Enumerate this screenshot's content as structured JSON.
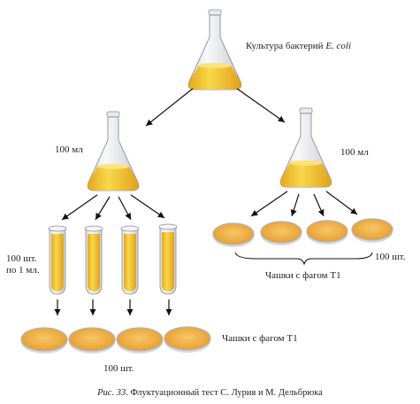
{
  "labels": {
    "culture_prefix": "Культура бактерий ",
    "culture_species": "E. coli",
    "left_volume": "100 мл",
    "right_volume": "100 мл",
    "tube_count_line1": "100 шт.",
    "tube_count_line2": "по 1 мл.",
    "dishes_left": "Чашки с фагом Т1",
    "dishes_left_count": "100 шт.",
    "dishes_right": "Чашки с фагом Т1",
    "dishes_right_count": "100 шт."
  },
  "caption": {
    "fig": "Рис. 33",
    "text": ". Флуктуационный тест С. Лурия и М. Дельбрюка"
  },
  "colors": {
    "culture": "#f3c22e",
    "culture_light": "#fbe27a",
    "glass": "#eef0f2",
    "glass_edge": "#8c9096",
    "dish_fill": "#f2b64a",
    "dish_rim": "#b0b3b8",
    "arrow": "#111111"
  }
}
